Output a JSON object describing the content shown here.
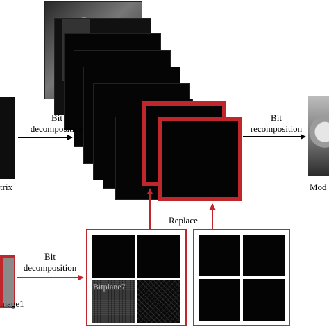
{
  "labels": {
    "bit_decomposition_top": "Bit\ndecomposition",
    "bit_decomposition_top_line1": "Bit",
    "bit_decomposition_top_line2": "decomposition",
    "bit_recomposition_line1": "Bit",
    "bit_recomposition_line2": "recomposition",
    "replace": "Replace",
    "bit_decomposition_bottom_line1": "Bit",
    "bit_decomposition_bottom_line2": "decomposition",
    "bitplane_label": "Bitplane7",
    "left_matrix_label_partial": "trix",
    "right_modified_label_partial": "Mod",
    "bottom_left_image_label_partial": "mage1"
  },
  "colors": {
    "accent_red": "#c0272d",
    "plane_black": "#040404"
  }
}
